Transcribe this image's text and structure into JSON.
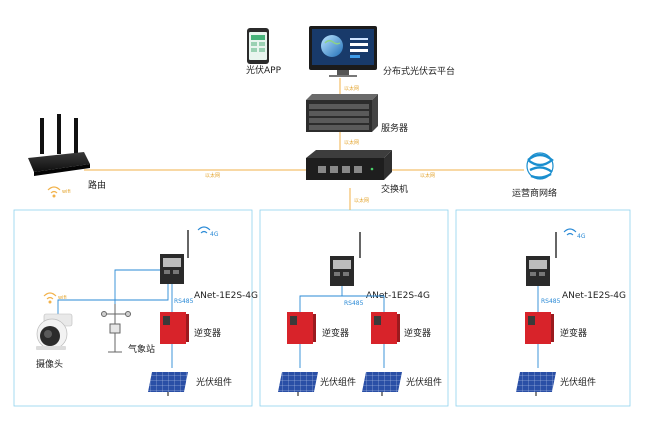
{
  "nodes": {
    "app": "光伏APP",
    "cloud": "分布式光伏云平台",
    "server": "服务器",
    "router": "路由",
    "switch": "交换机",
    "carrier": "运营商网络"
  },
  "links": {
    "app_server": "以太网",
    "server_switch": "以太网",
    "router_switch": "以太网",
    "switch_carrier": "以太网",
    "switch_site": "以太网"
  },
  "sites": [
    {
      "gateway": "ANet-1E2S-4G",
      "bus": "RS485",
      "inverter": "逆变器",
      "panel": "光伏组件",
      "camera": "摄像头",
      "weather": "气象站"
    },
    {
      "gateway": "ANet-1E2S-4G",
      "bus": "RS485",
      "inverter_a": "逆变器",
      "inverter_b": "逆变器",
      "panel_a": "光伏组件",
      "panel_b": "光伏组件"
    },
    {
      "gateway": "ANet-1E2S-4G",
      "bus": "RS485",
      "inverter": "逆变器",
      "panel": "光伏组件"
    }
  ],
  "badges": {
    "wifi": "wifi",
    "lte": "4G"
  },
  "colors": {
    "ethernet": "#f2b24a",
    "rs485": "#2a8ad6",
    "site_border": "#8fd3ee",
    "inverter": "#d8232a",
    "panel": "#1e3f8f"
  }
}
